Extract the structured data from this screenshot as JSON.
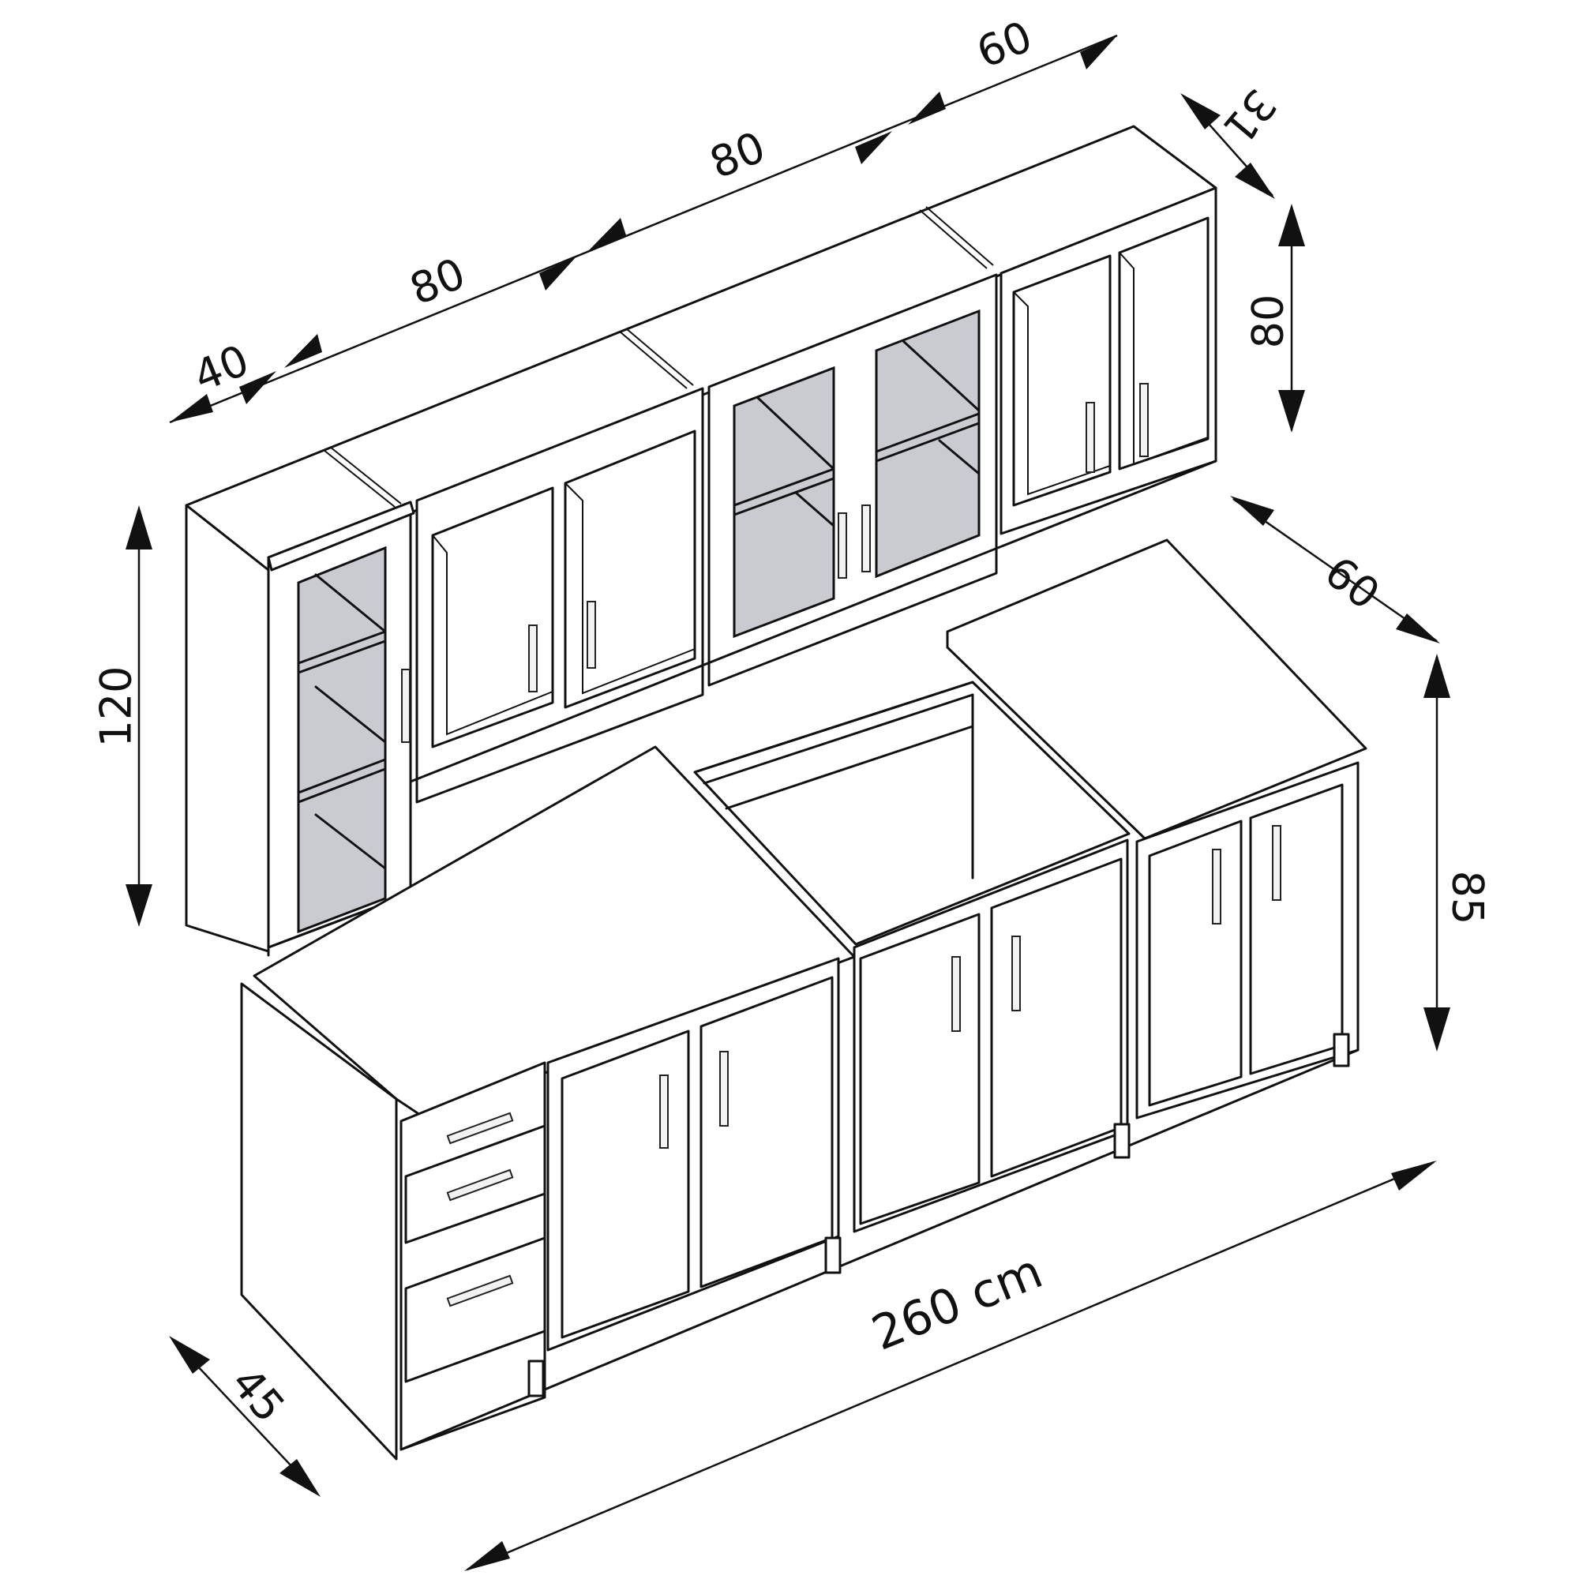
{
  "figure": {
    "type": "kitchen-cabinet-dimension-drawing",
    "unit": "cm",
    "stroke_color": "#111111",
    "glass_color": "#c9cbd0",
    "background": "#ffffff"
  },
  "dimensions": {
    "upper_width_segments": [
      {
        "id": "upper-seg-1",
        "label": "40"
      },
      {
        "id": "upper-seg-2",
        "label": "80"
      },
      {
        "id": "upper-seg-3",
        "label": "80"
      },
      {
        "id": "upper-seg-4",
        "label": "60"
      }
    ],
    "upper_depth": {
      "label": "31"
    },
    "upper_height": {
      "label": "80"
    },
    "tall_unit_height": {
      "label": "120"
    },
    "base_corner_depth": {
      "label": "60"
    },
    "base_height": {
      "label": "85"
    },
    "base_depth": {
      "label": "45"
    },
    "total_width": {
      "label": "260 cm"
    }
  },
  "components": {
    "upper_units": [
      {
        "name": "tall-glass-unit",
        "doors": 1,
        "glass": true,
        "shelves": 2
      },
      {
        "name": "upper-solid-unit",
        "doors": 2,
        "glass": false
      },
      {
        "name": "upper-glass-unit",
        "doors": 2,
        "glass": true,
        "shelves": 1
      },
      {
        "name": "upper-right-unit",
        "doors": 2,
        "glass": false
      }
    ],
    "base_units": [
      {
        "name": "drawer-unit",
        "drawers": 3
      },
      {
        "name": "base-two-door-unit-1",
        "doors": 2
      },
      {
        "name": "sink-base-unit",
        "doors": 2
      },
      {
        "name": "corner-base-unit",
        "doors": 2
      }
    ]
  }
}
